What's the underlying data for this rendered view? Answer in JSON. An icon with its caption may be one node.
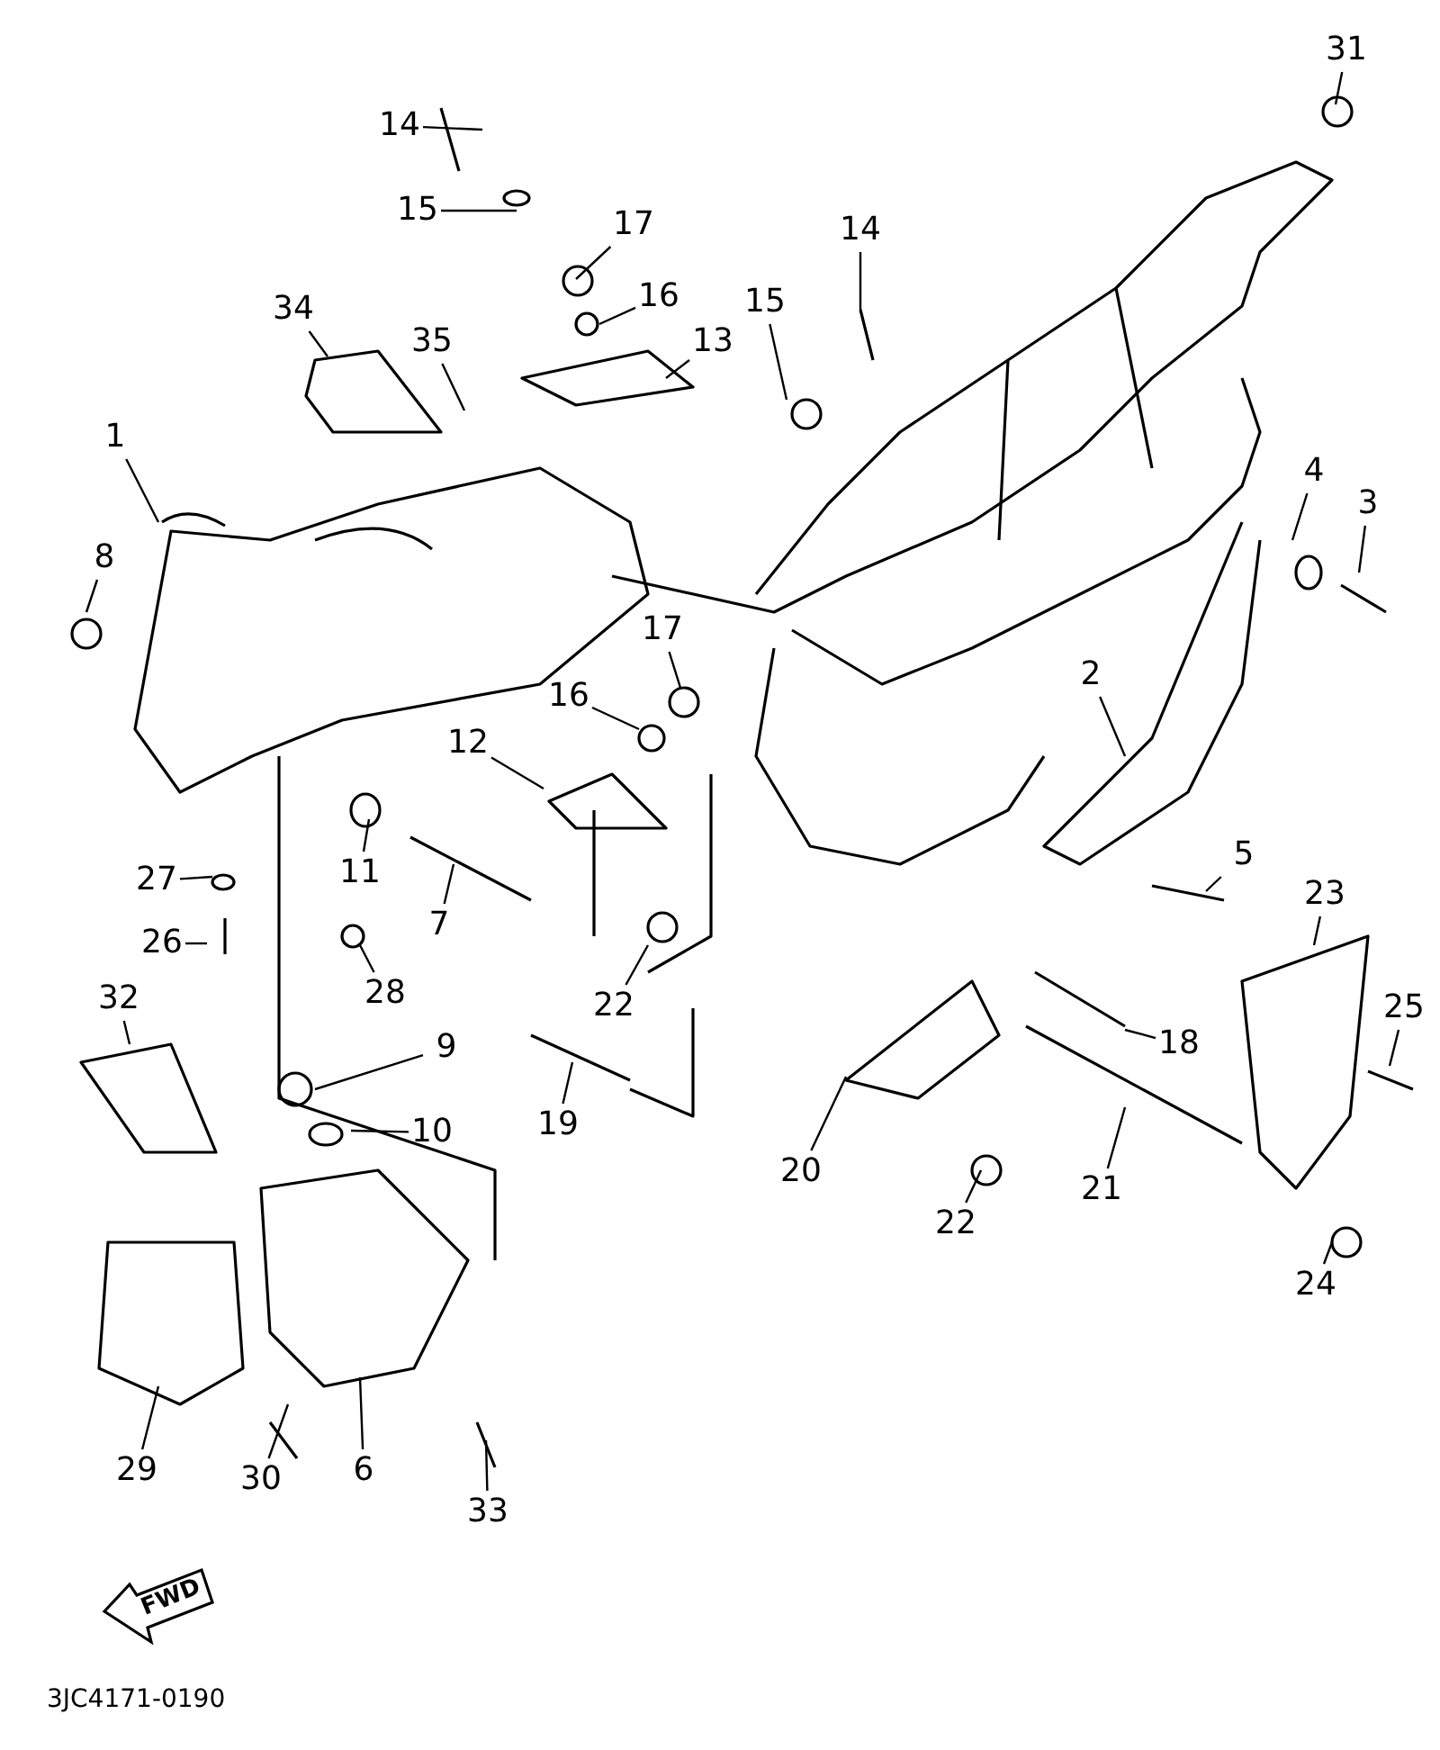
{
  "diagram": {
    "nodes": [
      {
        "text": [
          "31"
        ]
      },
      {
        "text": [
          "14"
        ]
      },
      {
        "text": [
          "15"
        ]
      },
      {
        "text": [
          "17"
        ]
      },
      {
        "text": [
          "14"
        ]
      },
      {
        "text": [
          "16"
        ]
      },
      {
        "text": [
          "34"
        ]
      },
      {
        "text": [
          "15"
        ]
      },
      {
        "text": [
          "35"
        ]
      },
      {
        "text": [
          "13"
        ]
      },
      {
        "text": [
          "1"
        ]
      },
      {
        "text": [
          "4"
        ]
      },
      {
        "text": [
          "3"
        ]
      },
      {
        "text": [
          "8"
        ]
      },
      {
        "text": [
          "17"
        ]
      },
      {
        "text": [
          "2"
        ]
      },
      {
        "text": [
          "16"
        ]
      },
      {
        "text": [
          "12"
        ]
      },
      {
        "text": [
          "11"
        ]
      },
      {
        "text": [
          "27"
        ]
      },
      {
        "text": [
          "5"
        ]
      },
      {
        "text": [
          "23"
        ]
      },
      {
        "text": [
          "7"
        ]
      },
      {
        "text": [
          "26"
        ]
      },
      {
        "text": [
          "28"
        ]
      },
      {
        "text": [
          "32"
        ]
      },
      {
        "text": [
          "22"
        ]
      },
      {
        "text": [
          "25"
        ]
      },
      {
        "text": [
          "18"
        ]
      },
      {
        "text": [
          "9"
        ]
      },
      {
        "text": [
          "19"
        ]
      },
      {
        "text": [
          "10"
        ]
      },
      {
        "text": [
          "20"
        ]
      },
      {
        "text": [
          "21"
        ]
      },
      {
        "text": [
          "22"
        ]
      },
      {
        "text": [
          "24"
        ]
      },
      {
        "text": [
          "29"
        ]
      },
      {
        "text": [
          "30"
        ]
      },
      {
        "text": [
          "6"
        ]
      },
      {
        "text": [
          "33"
        ]
      }
    ],
    "edges": [
      {
        "from": 0,
        "to": null,
        "arrow": "none"
      },
      {
        "from": 1,
        "to": null,
        "arrow": "none"
      },
      {
        "from": 2,
        "to": null,
        "arrow": "none"
      },
      {
        "from": 3,
        "to": null,
        "arrow": "none"
      },
      {
        "from": 4,
        "to": null,
        "arrow": "none"
      },
      {
        "from": 5,
        "to": null,
        "arrow": "none"
      },
      {
        "from": 6,
        "to": null,
        "arrow": "none"
      },
      {
        "from": 7,
        "to": null,
        "arrow": "none"
      },
      {
        "from": 8,
        "to": null,
        "arrow": "none"
      },
      {
        "from": 9,
        "to": null,
        "arrow": "none"
      },
      {
        "from": 10,
        "to": null,
        "arrow": "none"
      },
      {
        "from": 11,
        "to": null,
        "arrow": "none"
      },
      {
        "from": 12,
        "to": null,
        "arrow": "none"
      },
      {
        "from": 13,
        "to": null,
        "arrow": "none"
      },
      {
        "from": 14,
        "to": null,
        "arrow": "none"
      },
      {
        "from": 15,
        "to": null,
        "arrow": "none"
      },
      {
        "from": 16,
        "to": null,
        "arrow": "none"
      },
      {
        "from": 17,
        "to": null,
        "arrow": "none"
      },
      {
        "from": 18,
        "to": null,
        "arrow": "none"
      },
      {
        "from": 19,
        "to": null,
        "arrow": "none"
      },
      {
        "from": 20,
        "to": null,
        "arrow": "none"
      },
      {
        "from": 21,
        "to": null,
        "arrow": "none"
      },
      {
        "from": 22,
        "to": null,
        "arrow": "none"
      },
      {
        "from": 23,
        "to": null,
        "arrow": "none"
      },
      {
        "from": 24,
        "to": null,
        "arrow": "none"
      },
      {
        "from": 25,
        "to": null,
        "arrow": "none"
      },
      {
        "from": 26,
        "to": null,
        "arrow": "none"
      },
      {
        "from": 27,
        "to": null,
        "arrow": "none"
      },
      {
        "from": 28,
        "to": null,
        "arrow": "none"
      },
      {
        "from": 29,
        "to": null,
        "arrow": "none"
      },
      {
        "from": 30,
        "to": null,
        "arrow": "none"
      },
      {
        "from": 31,
        "to": null,
        "arrow": "none"
      },
      {
        "from": 32,
        "to": null,
        "arrow": "none"
      },
      {
        "from": 33,
        "to": null,
        "arrow": "none"
      },
      {
        "from": 34,
        "to": null,
        "arrow": "none"
      },
      {
        "from": 35,
        "to": null,
        "arrow": "none"
      },
      {
        "from": 36,
        "to": null,
        "arrow": "none"
      },
      {
        "from": 37,
        "to": null,
        "arrow": "none"
      },
      {
        "from": 38,
        "to": null,
        "arrow": "none"
      },
      {
        "from": 39,
        "to": null,
        "arrow": "none"
      }
    ],
    "labels": [
      "FWD",
      "3JC4171-0190"
    ]
  }
}
